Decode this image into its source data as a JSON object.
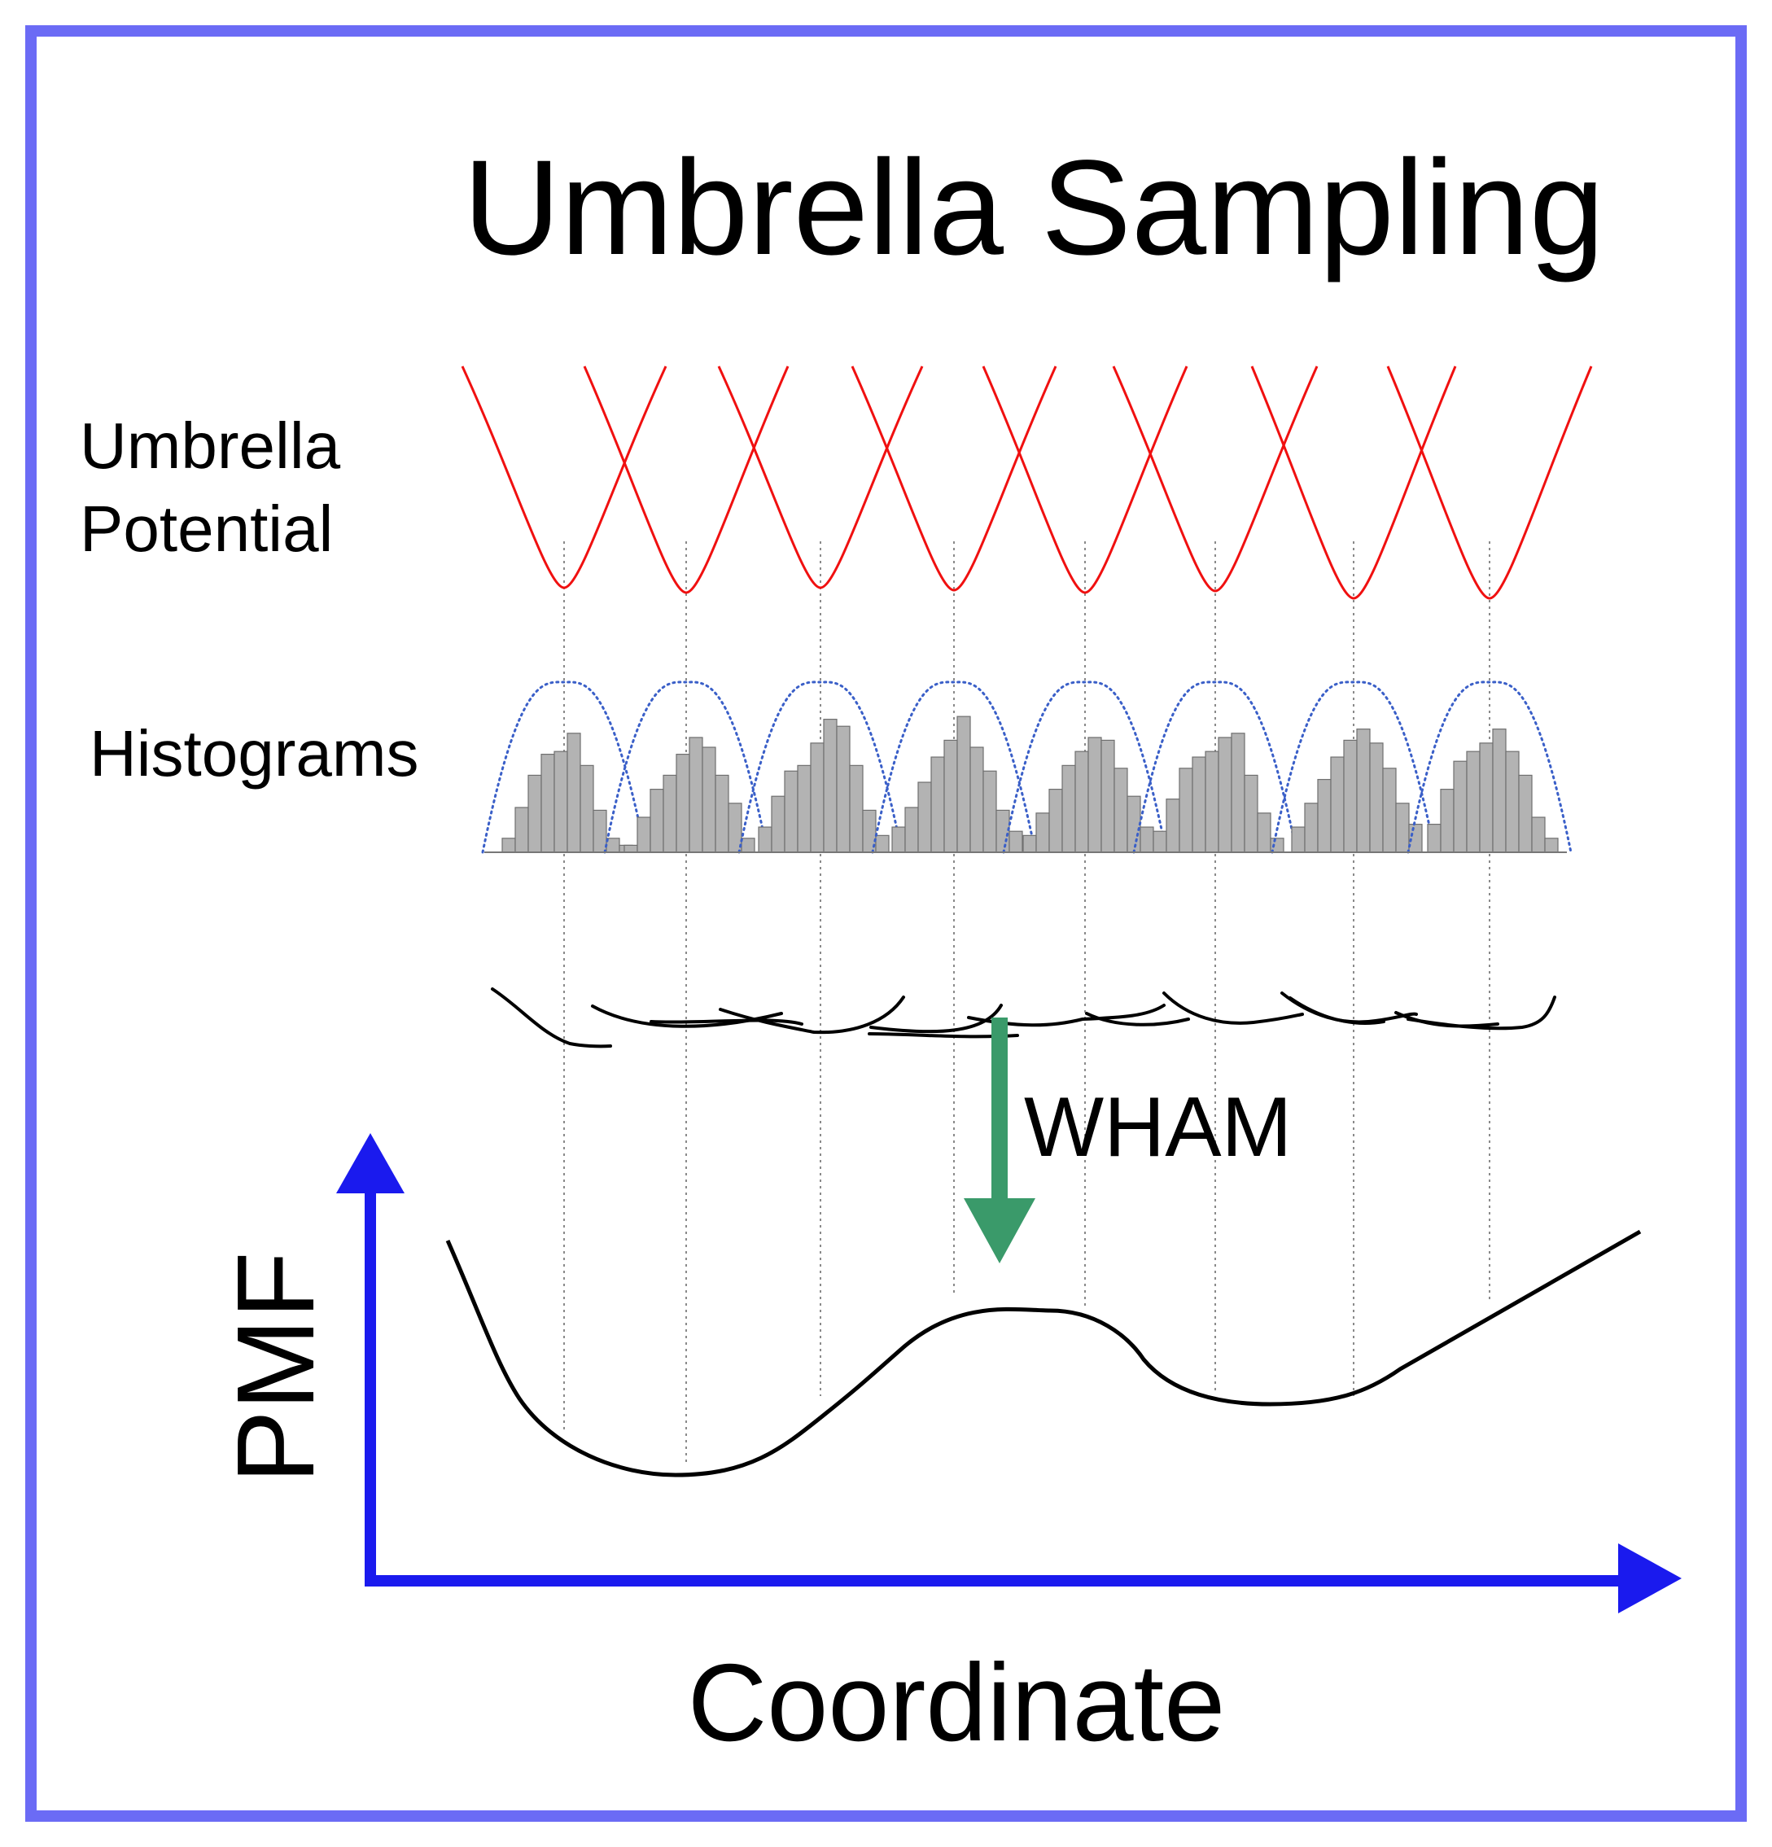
{
  "title": "Umbrella Sampling",
  "labels": {
    "umbrella_potential_line1": "Umbrella",
    "umbrella_potential_line2": "Potential",
    "histograms": "Histograms",
    "method": "WHAM",
    "y_axis": "PMF",
    "x_axis": "Coordinate"
  },
  "window_count": 8,
  "colors": {
    "frame_border": "#6b6bf5",
    "umbrella_curves": "#f01010",
    "histogram_bars": "#b3b3b3",
    "histogram_envelope": "#3a5fc8",
    "guide_lines": "#8a8a8a",
    "wham_arrow": "#3a9a6a",
    "axes": "#1a1aee",
    "curves": "#000000"
  },
  "icons": {
    "wham_arrow": "down-arrow",
    "y_axis_head": "up-arrow",
    "x_axis_head": "right-arrow"
  }
}
